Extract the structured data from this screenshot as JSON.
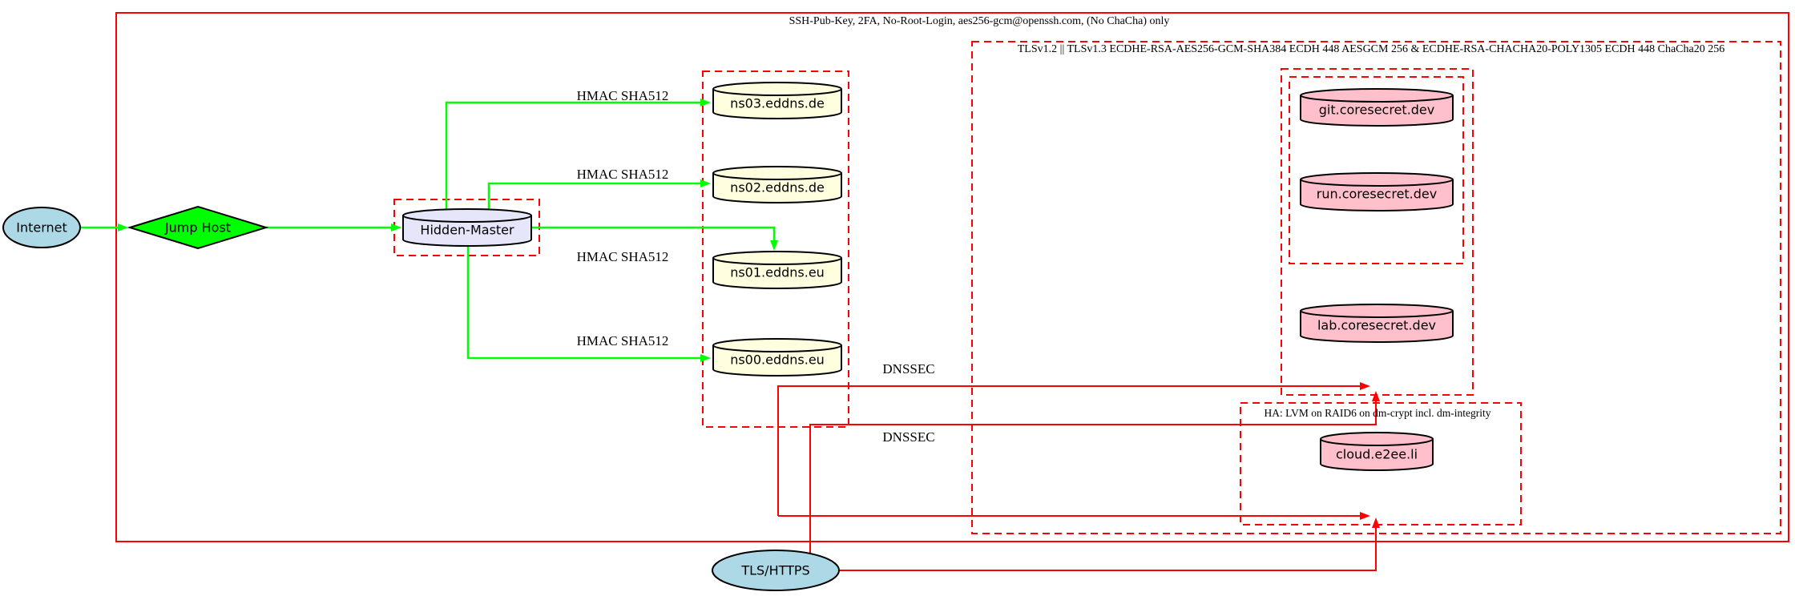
{
  "diagram": {
    "outer_label": "SSH-Pub-Key, 2FA, No-Root-Login, aes256-gcm@openssh.com, (No ChaCha) only",
    "tls_label": "TLSv1.2 || TLSv1.3 ECDHE-RSA-AES256-GCM-SHA384 ECDH 448 AESGCM 256 & ECDHE-RSA-CHACHA20-POLY1305 ECDH 448 ChaCha20 256",
    "ha_label": "HA: LVM on RAID6 on dm-crypt incl. dm-integrity"
  },
  "nodes": {
    "internet": "Internet",
    "jump_host": "Jump Host",
    "hidden_master": "Hidden-Master",
    "ns03": "ns03.eddns.de",
    "ns02": "ns02.eddns.de",
    "ns01": "ns01.eddns.eu",
    "ns00": "ns00.eddns.eu",
    "git": "git.coresecret.dev",
    "run": "run.coresecret.dev",
    "lab": "lab.coresecret.dev",
    "cloud": "cloud.e2ee.li",
    "tls_https": "TLS/HTTPS"
  },
  "edge_labels": {
    "hmac": "HMAC SHA512",
    "dnssec": "DNSSEC"
  },
  "colors": {
    "secure_edge_green": "#00ff00",
    "tls_edge_red": "#ff0000",
    "cluster_border_red": "#ff0000",
    "internet_fill": "#add8e6",
    "jump_host_fill": "#00ff00",
    "hidden_master_fill": "#e6e6fa",
    "nameserver_fill": "#ffffe0",
    "service_fill": "#ffc0cb"
  }
}
